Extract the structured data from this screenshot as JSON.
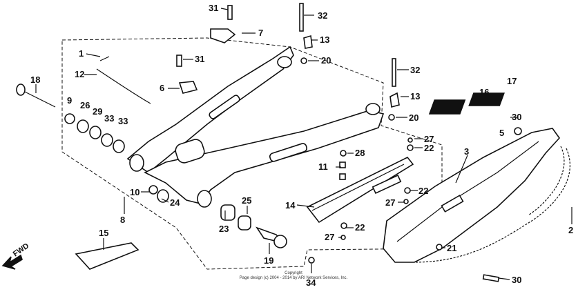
{
  "diagram": {
    "copyright_line1": "Copyright",
    "copyright_line2": "Page design (c) 2004 - 2014 by ARI Network Services, Inc.",
    "fwd_label": "FWD",
    "callouts": [
      "31",
      "32",
      "7",
      "13",
      "1",
      "31",
      "20",
      "12",
      "32",
      "18",
      "6",
      "13",
      "16",
      "17",
      "9",
      "26",
      "29",
      "33",
      "33",
      "20",
      "30",
      "27",
      "5",
      "22",
      "28",
      "3",
      "11",
      "10",
      "24",
      "22",
      "27",
      "8",
      "25",
      "14",
      "22",
      "2",
      "23",
      "27",
      "15",
      "19",
      "21",
      "34",
      "30"
    ]
  }
}
